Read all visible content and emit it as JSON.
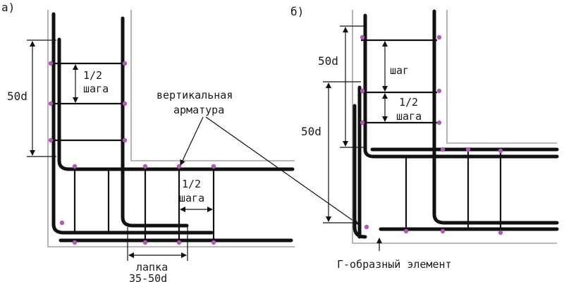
{
  "panel_a": {
    "label": "а)",
    "dim_50d": "50d",
    "half_step_line1": "1/2",
    "half_step_line2": "шага",
    "vertical_rebar_line1": "вертикальная",
    "vertical_rebar_line2": "арматура",
    "half_step2_line1": "1/2",
    "half_step2_line2": "шага",
    "lap_line1": "лапка",
    "lap_line2": "35-50d"
  },
  "panel_b": {
    "label": "б)",
    "dim_50d_top": "50d",
    "step": "шаг",
    "half_step_line1": "1/2",
    "half_step_line2": "шага",
    "dim_50d_bottom": "50d",
    "l_element": "Г-образный элемент"
  },
  "colors": {
    "bar": "#111111",
    "outline": "#909090",
    "tie_dot": "#b05ab8"
  }
}
